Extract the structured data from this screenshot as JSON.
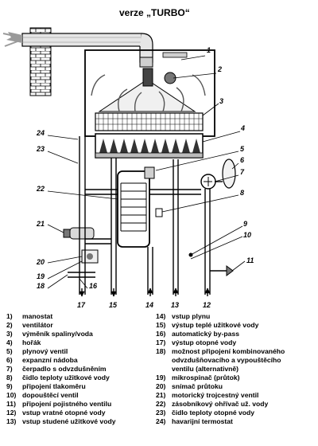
{
  "title": "verze „TURBO“",
  "callouts": [
    "1",
    "2",
    "3",
    "4",
    "5",
    "6",
    "7",
    "8",
    "9",
    "10",
    "11",
    "24",
    "23",
    "22",
    "21",
    "20",
    "19",
    "18",
    "16"
  ],
  "bottom_numbers": [
    "17",
    "15",
    "14",
    "13",
    "12"
  ],
  "legend_left": [
    {
      "num": "1)",
      "text": "manostat"
    },
    {
      "num": "2)",
      "text": "ventilátor"
    },
    {
      "num": "3)",
      "text": "výměník spaliny/voda"
    },
    {
      "num": "4)",
      "text": "hořák"
    },
    {
      "num": "5)",
      "text": "plynový ventil"
    },
    {
      "num": "6)",
      "text": "expanzní nádoba"
    },
    {
      "num": "7)",
      "text": "čerpadlo s odvzdušněním"
    },
    {
      "num": "8)",
      "text": "čidlo teploty užitkové vody"
    },
    {
      "num": "9)",
      "text": "připojení tlakoměru"
    },
    {
      "num": "10)",
      "text": "dopouštěcí ventil"
    },
    {
      "num": "11)",
      "text": "připojení pojistného ventilu"
    },
    {
      "num": "12)",
      "text": "vstup vratné otopné vody"
    },
    {
      "num": "13)",
      "text": "vstup studené užitkové vody"
    }
  ],
  "legend_right": [
    {
      "num": "14)",
      "text": "vstup plynu"
    },
    {
      "num": "15)",
      "text": "výstup teplé užitkové vody"
    },
    {
      "num": "16)",
      "text": "automatický by-pass"
    },
    {
      "num": "17)",
      "text": "výstup otopné vody"
    },
    {
      "num": "18)",
      "text": "možnost připojení kombinovaného\nodvzdušňovacího a vypouštěcího\nventilu (alternativně)"
    },
    {
      "num": "19)",
      "text": "mikrospínač (průtok)"
    },
    {
      "num": "20)",
      "text": "snímač průtoku"
    },
    {
      "num": "21)",
      "text": "motorický trojcestný ventil"
    },
    {
      "num": "22)",
      "text": "zásobníkový ohřívač už. vody"
    },
    {
      "num": "23)",
      "text": "čidlo teploty otopné vody"
    },
    {
      "num": "24)",
      "text": "havarijní termostat"
    }
  ]
}
